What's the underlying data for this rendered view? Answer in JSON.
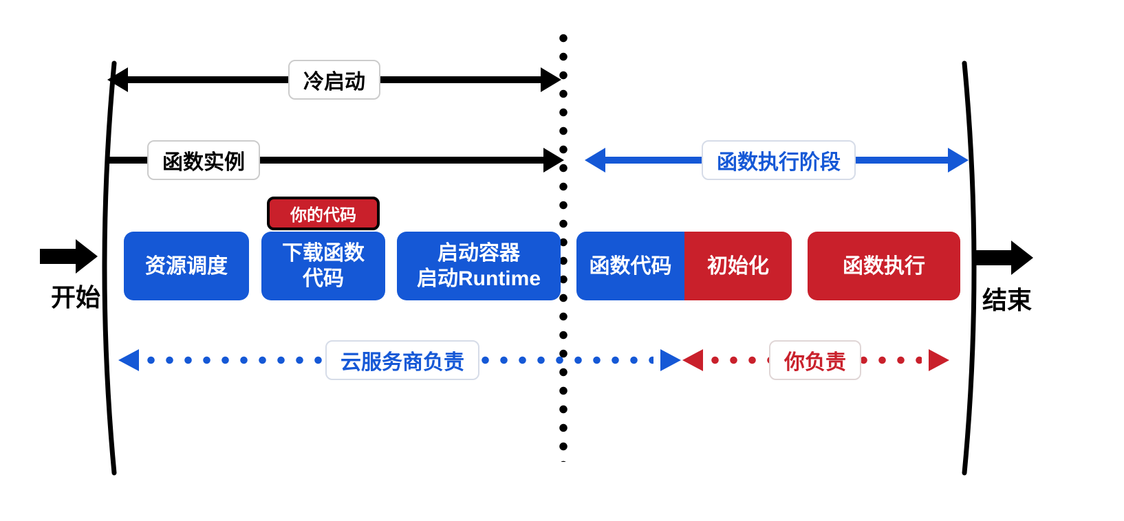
{
  "colors": {
    "blue": "#1558d6",
    "red": "#c9202b",
    "black": "#000000"
  },
  "start_label": "开始",
  "end_label": "结束",
  "top_arrow": {
    "label": "冷启动"
  },
  "instance_arrow": {
    "label": "函数实例"
  },
  "exec_arrow": {
    "label": "函数执行阶段"
  },
  "badge": {
    "label": "你的代码"
  },
  "boxes": [
    {
      "name": "resource-scheduling",
      "lines": [
        "资源调度"
      ]
    },
    {
      "name": "download-function-code",
      "lines": [
        "下载函数",
        "代码"
      ]
    },
    {
      "name": "start-container-runtime",
      "lines": [
        "启动容器",
        "启动Runtime"
      ]
    },
    {
      "name": "function-code",
      "lines": [
        "函数代码"
      ]
    },
    {
      "name": "initialization",
      "lines": [
        "初始化"
      ]
    },
    {
      "name": "function-execution",
      "lines": [
        "函数执行"
      ]
    }
  ],
  "bottom": {
    "provider_label": "云服务商负责",
    "you_label": "你负责"
  }
}
